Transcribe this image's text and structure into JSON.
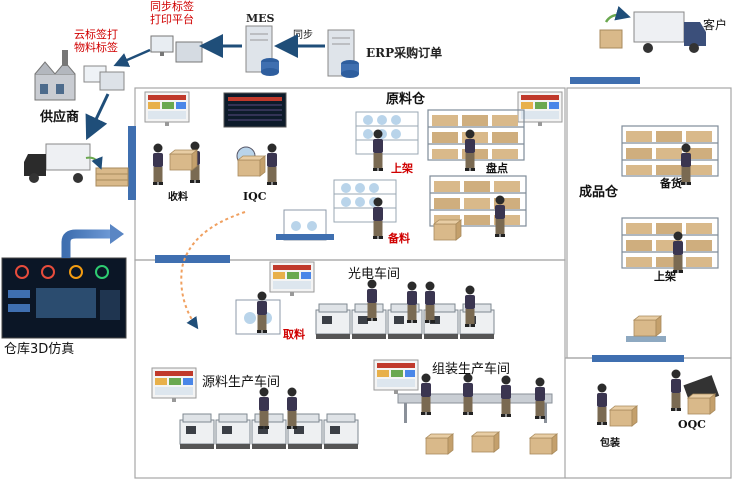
{
  "labels": {
    "cloud_label_print": "云标签打\n物料标签",
    "sync_label_platform": "同步标签\n打印平台",
    "mes": "MES",
    "sync": "同步",
    "erp_order": "ERP采购订单",
    "customer": "客户",
    "supplier": "供应商",
    "raw_warehouse": "原料仓",
    "receiving": "收料",
    "iqc": "IQC",
    "shelving_raw": "上架",
    "inventory_count": "盘点",
    "material_prep": "备料",
    "finished_warehouse": "成品仓",
    "stock_prep": "备货",
    "shelving_finished": "上架",
    "optoelectronic_workshop": "光电车间",
    "material_pick": "取料",
    "source_material_workshop": "源料生产车间",
    "assembly_workshop": "组装生产车间",
    "packing": "包装",
    "oqc": "OQC",
    "warehouse_3d_sim": "仓库3D仿真"
  },
  "colors": {
    "arrow_blue": "#1f4e79",
    "bar_blue": "#3f6fb0",
    "red_text": "#d00000",
    "border_gray": "#a6a6a6",
    "shelf_gray": "#8c9aa8",
    "box_tan": "#d9b98a",
    "worker_dark": "#3a3550"
  }
}
